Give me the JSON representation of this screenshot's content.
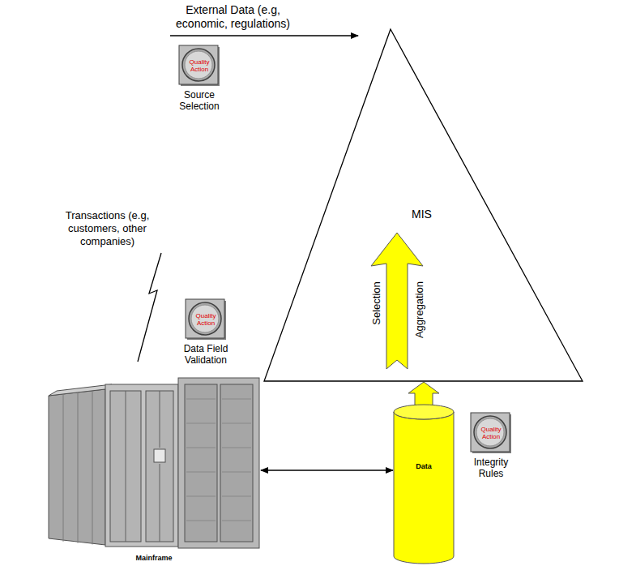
{
  "diagram": {
    "nodes": [
      {
        "text": [
          "Quality Action",
          "Source Selection"
        ]
      },
      {
        "text": [
          "MIS"
        ]
      },
      {
        "text": [
          "Quality Action",
          "Data Field Validation"
        ]
      },
      {
        "text": [
          "Mainframe"
        ]
      },
      {
        "text": [
          "Data"
        ]
      },
      {
        "text": [
          "Quality Action",
          "Integrity Rules"
        ]
      }
    ],
    "edges": [
      {
        "from": 3,
        "to": 4,
        "arrow": "both"
      },
      {
        "from": 4,
        "to": 1,
        "arrow": "to"
      }
    ],
    "labels": [
      "External Data (e.g, economic, regulations)",
      "Selection",
      "Aggregation",
      "Transactions (e.g, customers, other companies)"
    ]
  }
}
